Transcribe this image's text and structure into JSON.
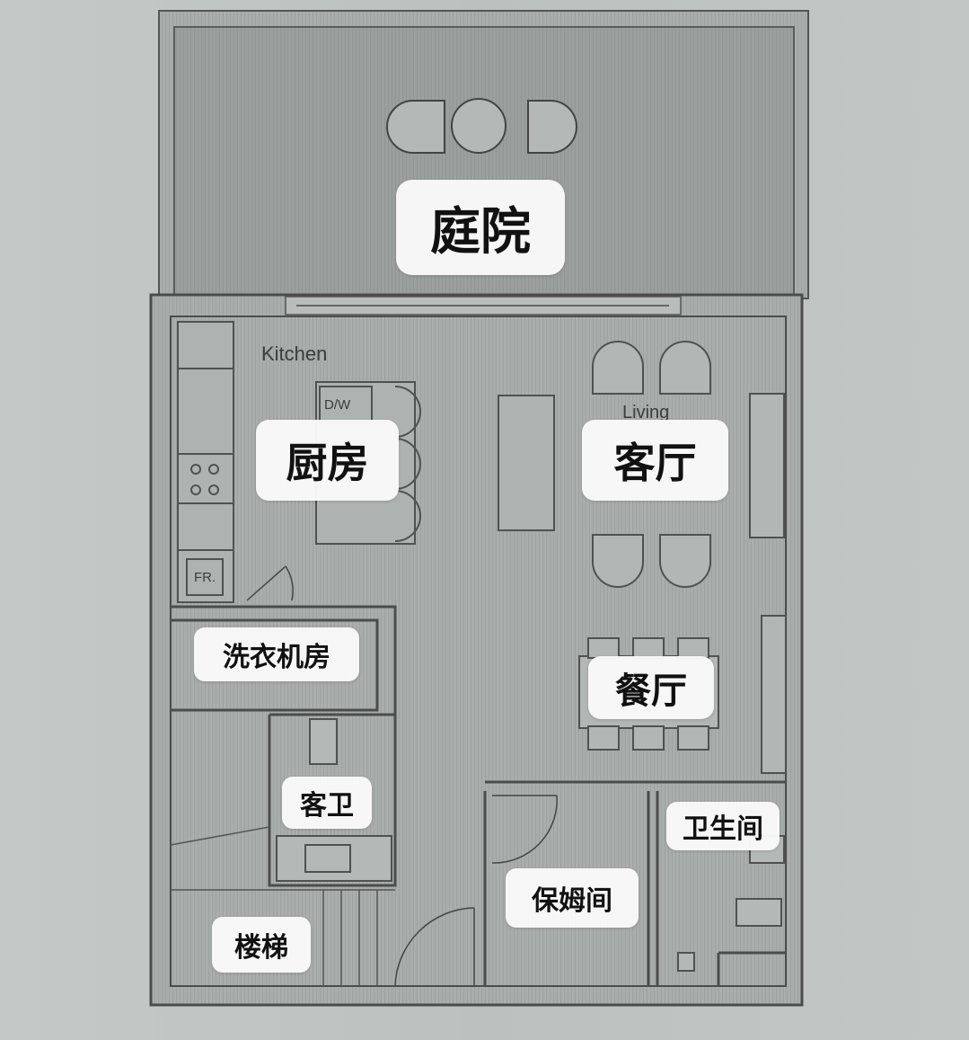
{
  "rooms": {
    "courtyard": "庭院",
    "kitchen": "厨房",
    "living": "客厅",
    "laundry": "洗衣机房",
    "dining": "餐厅",
    "guest_bath": "客卫",
    "bathroom": "卫生间",
    "maid_room": "保姆间",
    "stairs": "楼梯"
  },
  "plan_text": {
    "kitchen_en": "Kitchen",
    "living_en": "Living",
    "dishwasher": "D/W",
    "fridge": "FR."
  },
  "colors": {
    "floor": "#a8acaa",
    "courtyard": "#9a9e9c",
    "wall": "#4a4d4c",
    "label_bg": "#fafafa"
  }
}
